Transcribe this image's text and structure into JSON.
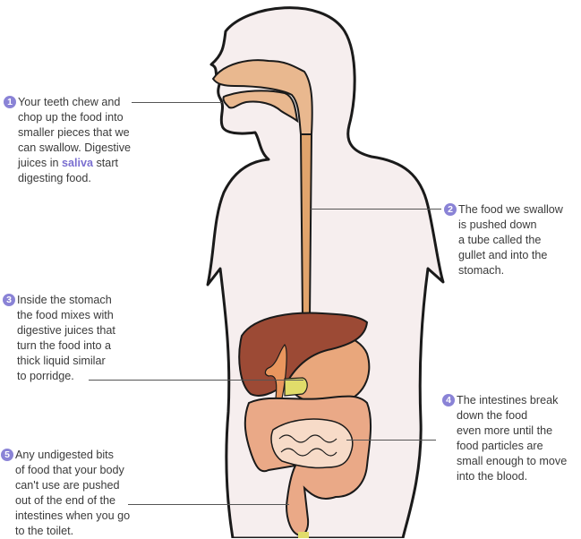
{
  "figure": {
    "subject": "human digestive system",
    "colors": {
      "badge": "#8a83d6",
      "keyword": "#7a6fd0",
      "body_fill": "#f6eeee",
      "outline": "#1a1a1a",
      "mouth_throat": "#e9b88f",
      "gullet": "#e1a46c",
      "liver": "#9c4a35",
      "stomach": "#e9a77c",
      "gall_bladder": "#e0dc6a",
      "intestines": "#ee a987",
      "small_intestine": "#f7dbc8"
    }
  },
  "callouts": [
    {
      "number": "1",
      "lines": [
        "Your teeth chew and",
        "chop up the food into",
        "smaller pieces that we",
        "can swallow. Digestive"
      ],
      "line5_pre": "juices in ",
      "line5_keyword": "saliva",
      "line5_post": " start",
      "line6": "digesting food.",
      "target": "teeth / mouth"
    },
    {
      "number": "2",
      "lines": [
        "The food we swallow",
        "is pushed down",
        "a tube called the",
        "gullet and into the",
        "stomach."
      ],
      "target": "gullet"
    },
    {
      "number": "3",
      "lines": [
        "Inside the stomach",
        "the food mixes with",
        "digestive juices that",
        "turn the food into a",
        "thick liquid similar",
        "to porridge."
      ],
      "target": "stomach"
    },
    {
      "number": "4",
      "lines": [
        "The intestines break",
        "down the food",
        "even more until the",
        "food particles are",
        "small enough to move",
        "into the blood."
      ],
      "target": "small intestine"
    },
    {
      "number": "5",
      "lines": [
        "Any undigested bits",
        "of food that your body",
        "can't use are pushed",
        "out of the end of the",
        "intestines when you go",
        "to the toilet."
      ],
      "target": "end of intestines"
    }
  ]
}
